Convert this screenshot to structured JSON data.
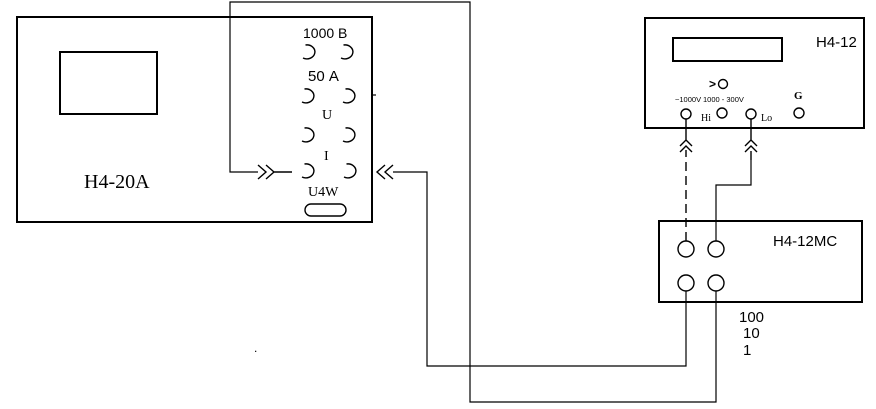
{
  "devices": {
    "h4_20a": {
      "name": "H4-20A",
      "ranges": [
        "1000 В",
        "50  А"
      ],
      "pair_labels": [
        "U",
        "I"
      ],
      "bottom_label": "U4W"
    },
    "h4_12": {
      "name": "H4-12",
      "indicator_label": ">",
      "terminal_labels": [
        "~1000V",
        "1000 - 300V",
        "Hi",
        "Lo",
        "G"
      ]
    },
    "h4_12mc": {
      "name": "H4-12MC",
      "ratios": [
        "100",
        "10",
        "1"
      ]
    }
  },
  "stray_mark": "."
}
